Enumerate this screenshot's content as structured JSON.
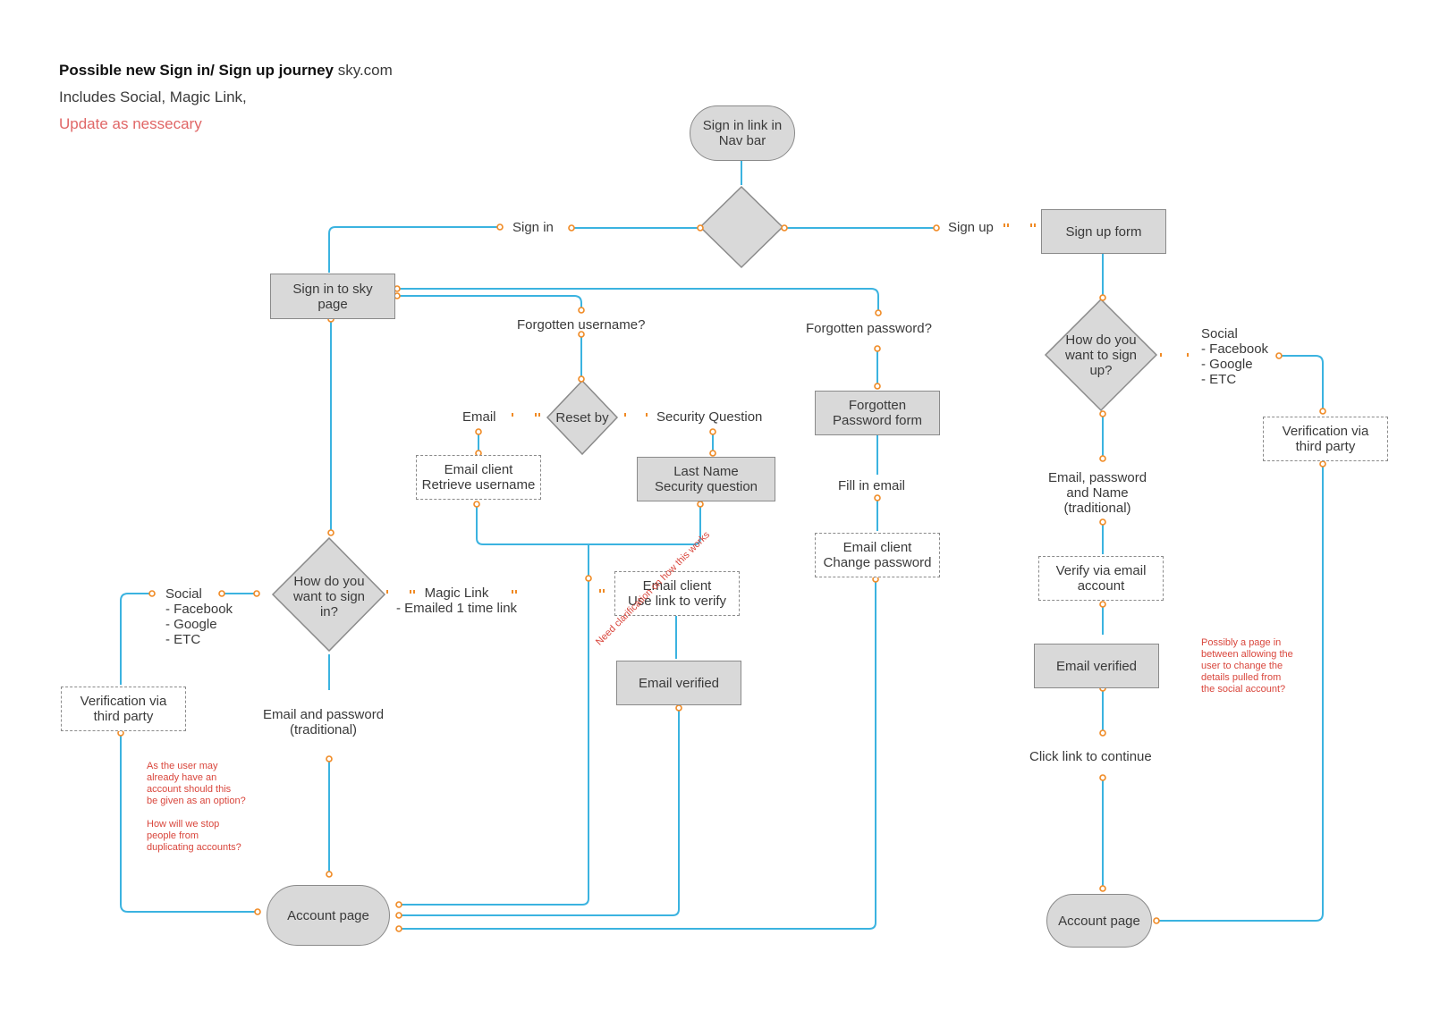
{
  "header": {
    "title_bold": "Possible new Sign in/ Sign up journey",
    "title_rest": " sky.com",
    "line2": "Includes Social, Magic Link,",
    "line3": "Update as nessecary"
  },
  "nodes": {
    "start": "Sign in link in\nNav bar",
    "signin_page": "Sign in to sky\npage",
    "signup_form": "Sign up form",
    "reset_by": "Reset by",
    "email_client_username": "Email client\nRetrieve username",
    "security_question": "Last Name\nSecurity question",
    "forgotten_password_form": "Forgotten\nPassword form",
    "email_client_change_password": "Email client\nChange password",
    "how_sign_in": "How do you\nwant to sign\nin?",
    "verification_left": "Verification via\nthird party",
    "email_client_verify": "Email client\nUse link to verify",
    "email_verified_mid": "Email verified",
    "account_page_left": "Account page",
    "how_sign_up": "How do you\nwant to sign\nup?",
    "verification_right": "Verification via\nthird party",
    "verify_via_email": "Verify via email\naccount",
    "email_verified_right": "Email verified",
    "account_page_right": "Account page"
  },
  "labels": {
    "sign_in": "Sign in",
    "sign_up": "Sign up",
    "forgotten_username": "Forgotten username?",
    "forgotten_password": "Forgotten password?",
    "email": "Email",
    "security_question": "Security Question",
    "fill_in_email": "Fill in email",
    "social_left": "Social\n- Facebook\n- Google\n- ETC",
    "magic_link": "Magic Link\n- Emailed 1 time link",
    "email_and_password": "Email and password\n(traditional)",
    "social_right": "Social\n- Facebook\n- Google\n- ETC",
    "email_password_name": "Email, password\nand Name\n(traditional)",
    "click_link": "Click link to continue"
  },
  "notes": {
    "left": "As the user may\nalready have an\naccount should this\nbe given as an option?\n\nHow will we stop\npeople from\nduplicating accounts?",
    "right": "Possibly a page in\nbetween allowing the\nuser to change the\ndetails pulled from\nthe social account?",
    "diagonal": "Need clarification on how this works"
  },
  "colors": {
    "connector": "#3bb3e0",
    "endpoint": "#f08a24",
    "node_fill": "#d9d9d9",
    "node_border": "#8a8a8a",
    "note_red": "#d9463c",
    "header_red": "#e06666"
  }
}
